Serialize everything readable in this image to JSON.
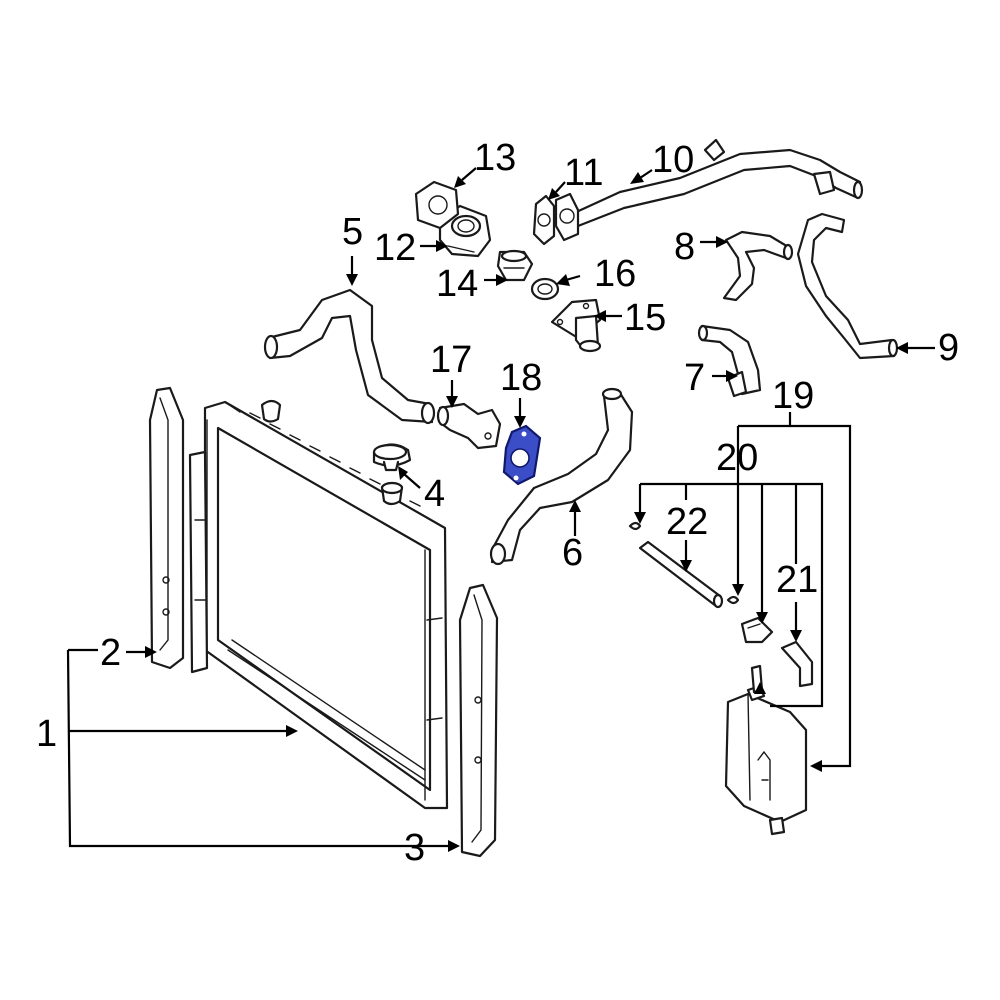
{
  "callouts": {
    "c1": "1",
    "c2": "2",
    "c3": "3",
    "c4": "4",
    "c5": "5",
    "c6": "6",
    "c7": "7",
    "c8": "8",
    "c9": "9",
    "c10": "10",
    "c11": "11",
    "c12": "12",
    "c13": "13",
    "c14": "14",
    "c15": "15",
    "c16": "16",
    "c17": "17",
    "c18": "18",
    "c19": "19",
    "c20": "20",
    "c21": "21",
    "c22": "22"
  },
  "colors": {
    "line": "#1a1a1a",
    "highlight_fill": "#3b4ec7",
    "highlight_stroke": "#10186b",
    "background": "#ffffff"
  },
  "highlighted_part": "18"
}
